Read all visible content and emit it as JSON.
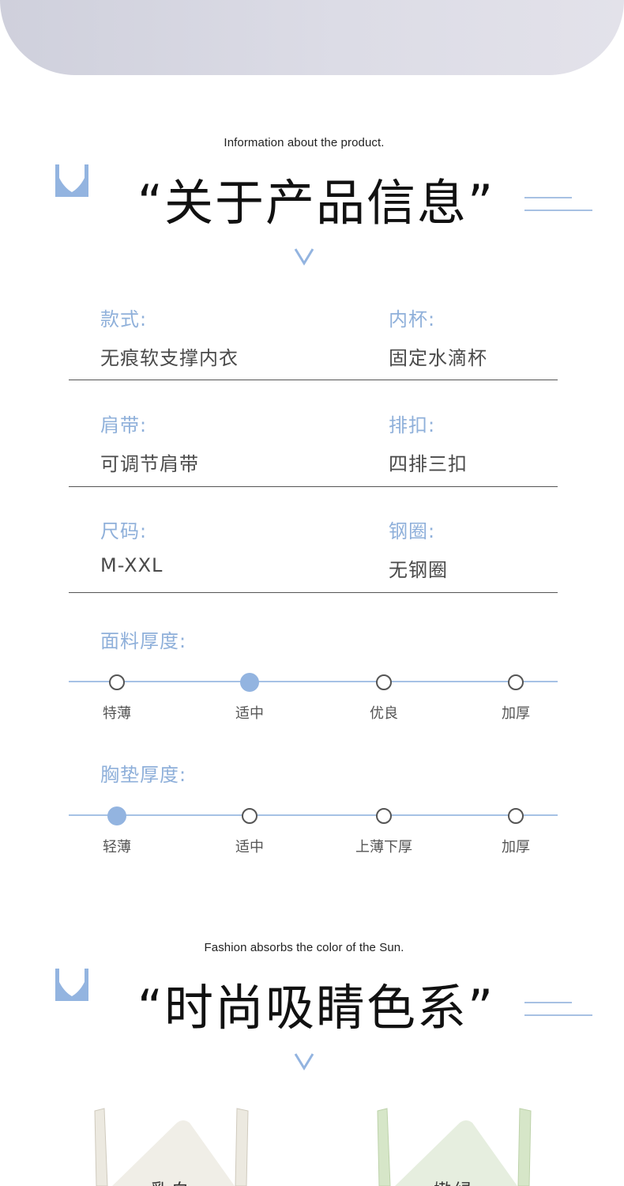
{
  "section1": {
    "subtitle": "Information about the product.",
    "title": "“关于产品信息”"
  },
  "info": [
    [
      {
        "label": "款式:",
        "value": "无痕软支撑内衣"
      },
      {
        "label": "内杯:",
        "value": "固定水滴杯"
      }
    ],
    [
      {
        "label": "肩带:",
        "value": "可调节肩带"
      },
      {
        "label": "排扣:",
        "value": "四排三扣"
      }
    ],
    [
      {
        "label": "尺码:",
        "value": "M-XXL"
      },
      {
        "label": "钢圈:",
        "value": "无钢圈"
      }
    ]
  ],
  "fabric_thickness": {
    "label": "面料厚度:",
    "options": [
      "特薄",
      "适中",
      "优良",
      "加厚"
    ],
    "selected": "适中"
  },
  "pad_thickness": {
    "label": "胸垫厚度:",
    "options": [
      "轻薄",
      "适中",
      "上薄下厚",
      "加厚"
    ],
    "selected": "轻薄"
  },
  "section2": {
    "subtitle": "Fashion absorbs the color of the Sun.",
    "title": "“时尚吸睛色系”"
  },
  "products": [
    {
      "name": "乳白",
      "color": "#ebe8df",
      "strap_color": "#e9e6dc"
    },
    {
      "name": "嫩绿",
      "color": "#e3eddc",
      "strap_color": "#d2e3c3"
    }
  ],
  "colors": {
    "accent": "#93b4e0",
    "accent_line": "#a6c2e5",
    "label": "#8fb0da"
  },
  "icons": [
    "bra-icon",
    "double-line-icon",
    "chevron-down-icon",
    "radio-circle-icon"
  ]
}
